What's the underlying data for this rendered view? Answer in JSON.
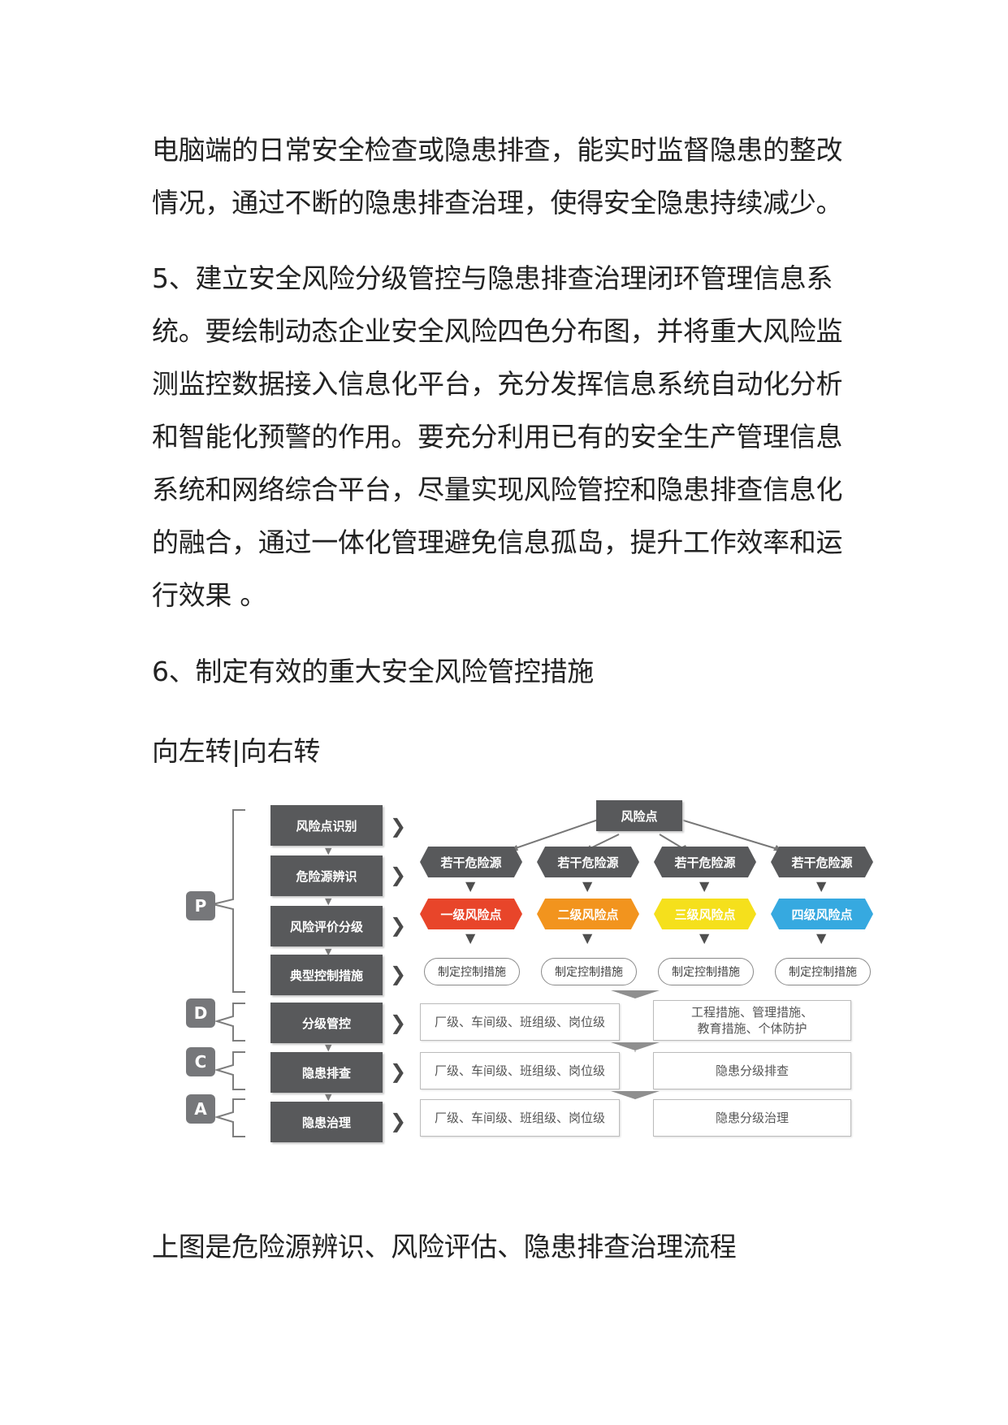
{
  "document": {
    "para1": "电脑端的日常安全检查或隐患排查，能实时监督隐患的整改\n情况，通过不断的隐患排查治理，使得安全隐患持续减少。",
    "para2": "5、建立安全风险分级管控与隐患排查治理闭环管理信息系\n统。要绘制动态企业安全风险四色分布图，并将重大风险监\n测监控数据接入信息化平台，充分发挥信息系统自动化分析\n和智能化预警的作用。要充分利用已有的安全生产管理信息\n系统和网络综合平台，尽量实现风险管控和隐患排查信息化\n的融合，通过一体化管理避免信息孤岛，提升工作效率和运\n行效果 。",
    "heading6": "6、制定有效的重大安全风险管控措施",
    "rotate_links": "向左转|向右转",
    "caption": "上图是危险源辨识、风险评估、隐患排查治理流程"
  },
  "diagram": {
    "phases": [
      "P",
      "D",
      "C",
      "A"
    ],
    "steps": [
      "风险点识别",
      "危险源辨识",
      "风险评价分级",
      "典型控制措施",
      "分级管控",
      "隐患排查",
      "隐患治理"
    ],
    "root": "风险点",
    "hazard_label": "若干危险源",
    "levels": [
      {
        "label": "一级风险点",
        "color": "#e8452a"
      },
      {
        "label": "二级风险点",
        "color": "#f2941e"
      },
      {
        "label": "三级风险点",
        "color": "#f5e01c"
      },
      {
        "label": "四级风险点",
        "color": "#36a9e0"
      }
    ],
    "measure_label": "制定控制措施",
    "rows": [
      {
        "left": "厂级、车间级、班组级、岗位级",
        "right": "工程措施、管理措施、\n教育措施、个体防护"
      },
      {
        "left": "厂级、车间级、班组级、岗位级",
        "right": "隐患分级排查"
      },
      {
        "left": "厂级、车间级、班组级、岗位级",
        "right": "隐患分级治理"
      }
    ]
  }
}
